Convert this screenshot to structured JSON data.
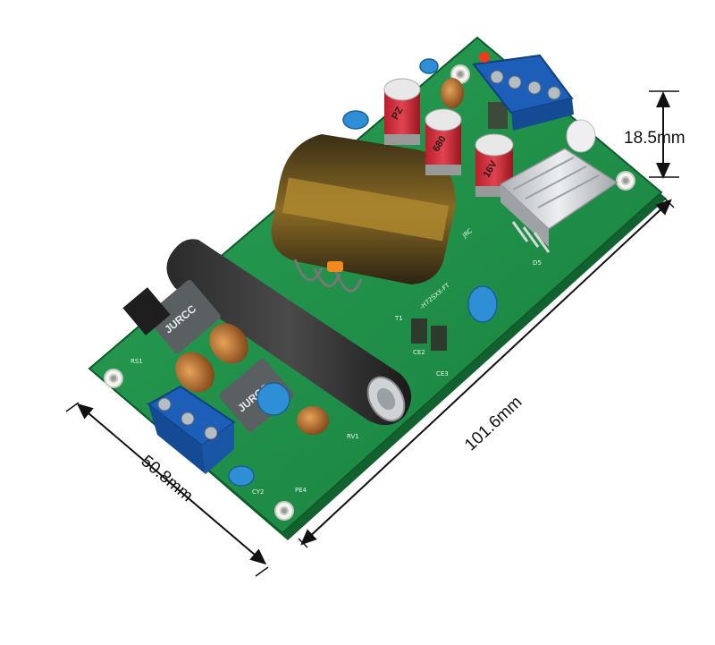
{
  "dimensions": {
    "length": "101.6mm",
    "width": "50.8mm",
    "height": "18.5mm"
  },
  "board": {
    "model_text": "-H72SXX-FT",
    "brand_text": "JRC",
    "choke_brand": "JURCC",
    "cap_brand": "PZ",
    "cap_value": "680",
    "cap_voltage": "16V",
    "silkscreen": [
      "T1",
      "CE2",
      "CE3",
      "CY2",
      "PE4",
      "RV1",
      "D5",
      "RS1"
    ]
  },
  "colors": {
    "pcb": "#1f8a45",
    "pcb_edge": "#17733a",
    "terminal": "#1d5fb8",
    "heatsink": "#c9ccd0",
    "transformer": "#7a6020"
  }
}
